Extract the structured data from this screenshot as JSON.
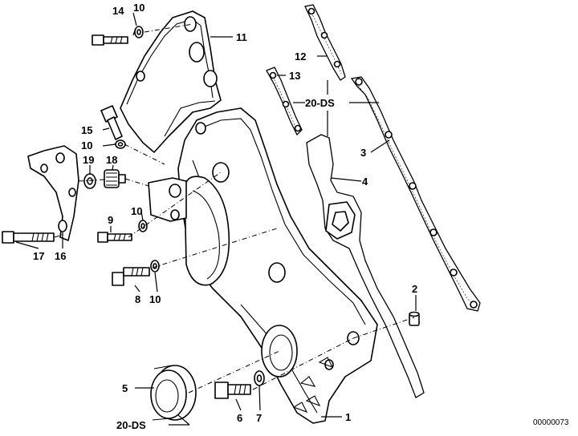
{
  "diagram": {
    "reference_number": "00000073",
    "callouts": [
      {
        "id": "c1",
        "text": "1"
      },
      {
        "id": "c2",
        "text": "2"
      },
      {
        "id": "c3",
        "text": "3"
      },
      {
        "id": "c4",
        "text": "4"
      },
      {
        "id": "c5",
        "text": "5"
      },
      {
        "id": "c6",
        "text": "6"
      },
      {
        "id": "c7",
        "text": "7"
      },
      {
        "id": "c8",
        "text": "8"
      },
      {
        "id": "c9",
        "text": "9"
      },
      {
        "id": "c10a",
        "text": "10"
      },
      {
        "id": "c10b",
        "text": "10"
      },
      {
        "id": "c10c",
        "text": "10"
      },
      {
        "id": "c10d",
        "text": "10"
      },
      {
        "id": "c11",
        "text": "11"
      },
      {
        "id": "c12",
        "text": "12"
      },
      {
        "id": "c13",
        "text": "13"
      },
      {
        "id": "c14",
        "text": "14"
      },
      {
        "id": "c15",
        "text": "15"
      },
      {
        "id": "c16",
        "text": "16"
      },
      {
        "id": "c17",
        "text": "17"
      },
      {
        "id": "c18",
        "text": "18"
      },
      {
        "id": "c19",
        "text": "19"
      },
      {
        "id": "c20a",
        "text": "20-DS"
      },
      {
        "id": "c20b",
        "text": "20-DS"
      }
    ]
  }
}
